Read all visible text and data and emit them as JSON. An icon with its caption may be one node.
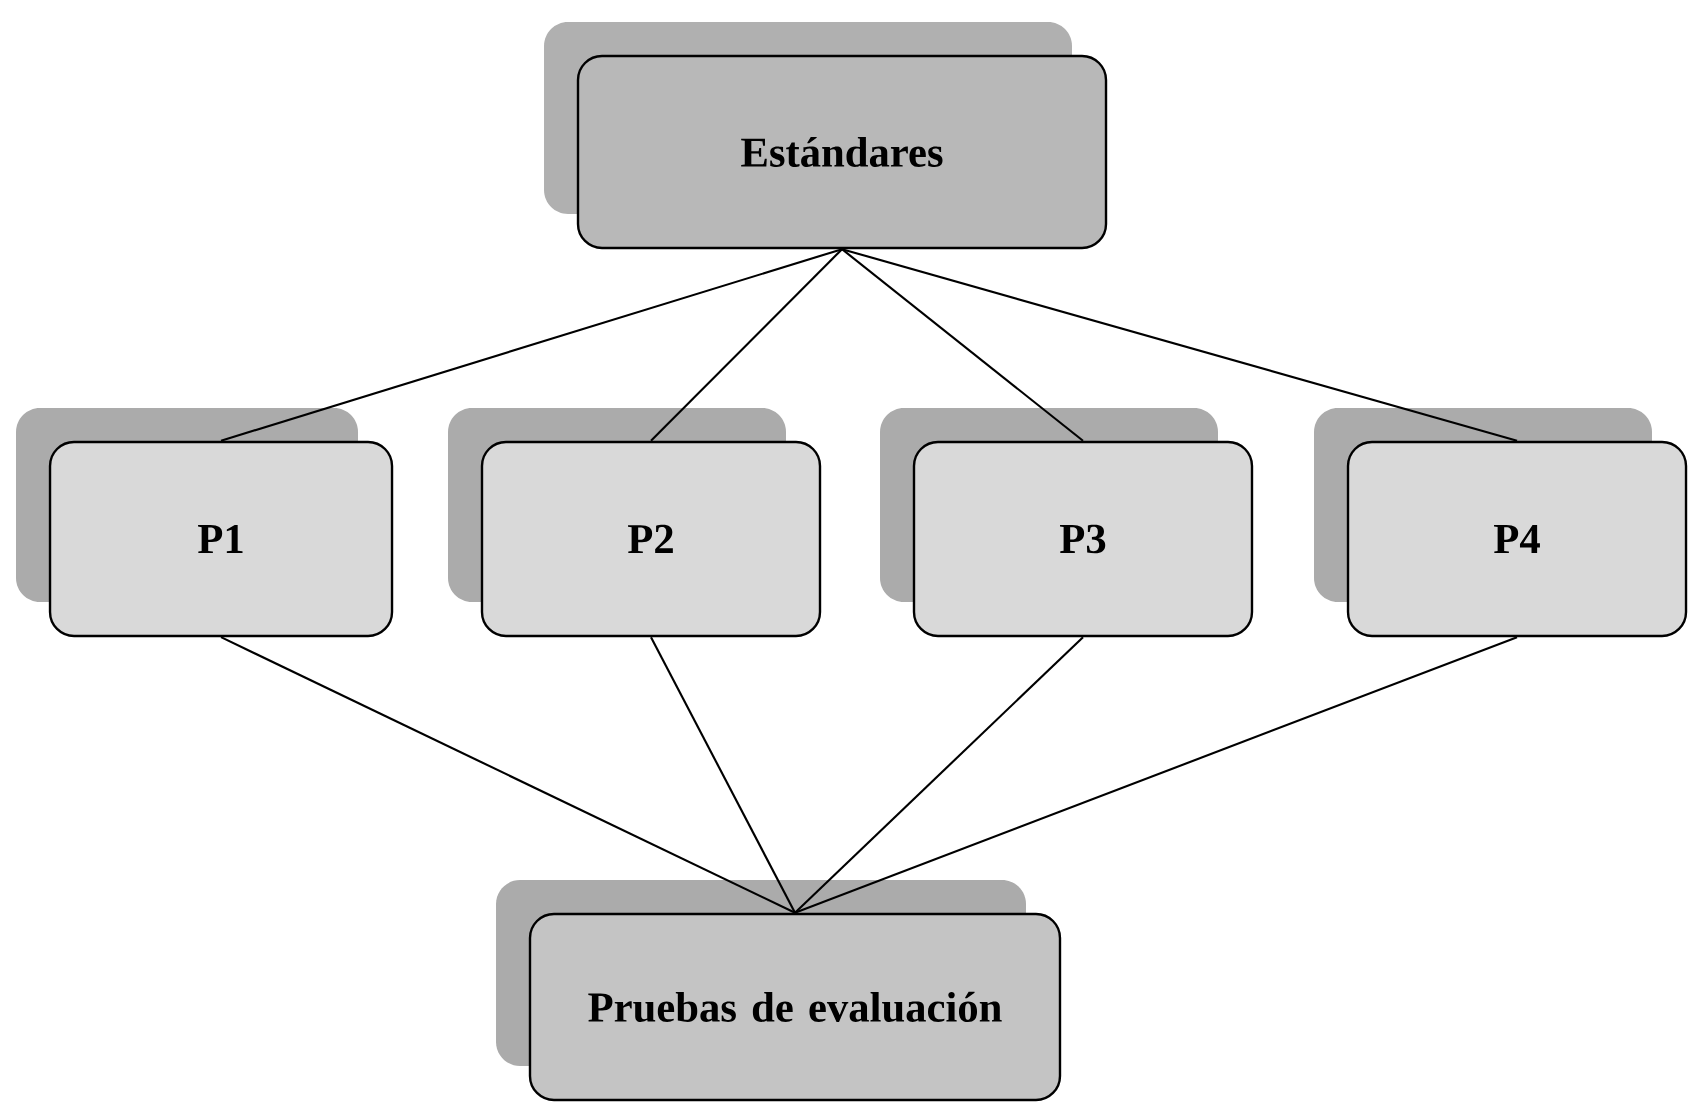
{
  "diagram": {
    "nodes": [
      {
        "text": [
          "Estándares"
        ]
      },
      {
        "text": [
          "P1"
        ]
      },
      {
        "text": [
          "P2"
        ]
      },
      {
        "text": [
          "P3"
        ]
      },
      {
        "text": [
          "P4"
        ]
      },
      {
        "text": [
          "Pruebas de evaluación"
        ]
      }
    ],
    "edges": [
      {
        "from": 0,
        "to": 1,
        "arrow": "none"
      },
      {
        "from": 0,
        "to": 2,
        "arrow": "none"
      },
      {
        "from": 0,
        "to": 3,
        "arrow": "none"
      },
      {
        "from": 0,
        "to": 4,
        "arrow": "none"
      },
      {
        "from": 1,
        "to": 5,
        "arrow": "none"
      },
      {
        "from": 2,
        "to": 5,
        "arrow": "none"
      },
      {
        "from": 3,
        "to": 5,
        "arrow": "none"
      },
      {
        "from": 4,
        "to": 5,
        "arrow": "none"
      }
    ]
  }
}
